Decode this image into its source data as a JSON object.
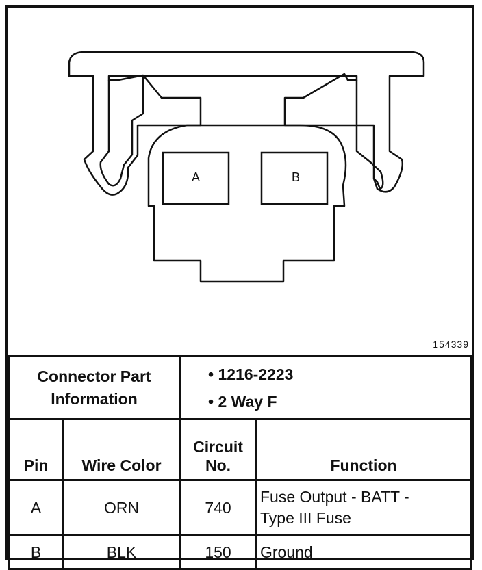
{
  "figure_number": "154339",
  "pin_labels": {
    "a": "A",
    "b": "B"
  },
  "connector_info": {
    "label_line1": "Connector Part",
    "label_line2": "Information",
    "items": [
      "1216-2223",
      "2 Way F"
    ]
  },
  "columns": {
    "pin": "Pin",
    "wire_color": "Wire Color",
    "circuit_line1": "Circuit",
    "circuit_line2": "No.",
    "function": "Function"
  },
  "rows": [
    {
      "pin": "A",
      "wire_color": "ORN",
      "circuit": "740",
      "function_line1": "Fuse Output - BATT -",
      "function_line2": "Type III Fuse"
    },
    {
      "pin": "B",
      "wire_color": "BLK",
      "circuit": "150",
      "function_line1": "Ground",
      "function_line2": ""
    }
  ]
}
